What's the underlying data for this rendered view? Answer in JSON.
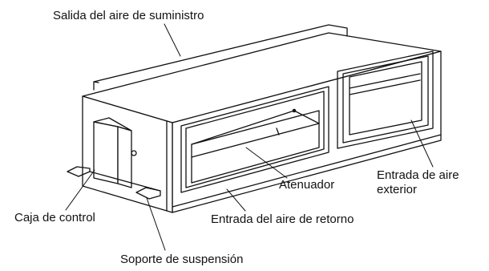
{
  "labels": {
    "supply_air_outlet": "Salida del aire de suministro",
    "damper": "Atenuador",
    "outdoor_air_inlet_line1": "Entrada de aire",
    "outdoor_air_inlet_line2": "exterior",
    "return_air_inlet": "Entrada del aire de retorno",
    "control_box": "Caja de control",
    "suspension_bracket": "Soporte de suspensión"
  },
  "colors": {
    "line": "#111111",
    "background": "#ffffff"
  }
}
